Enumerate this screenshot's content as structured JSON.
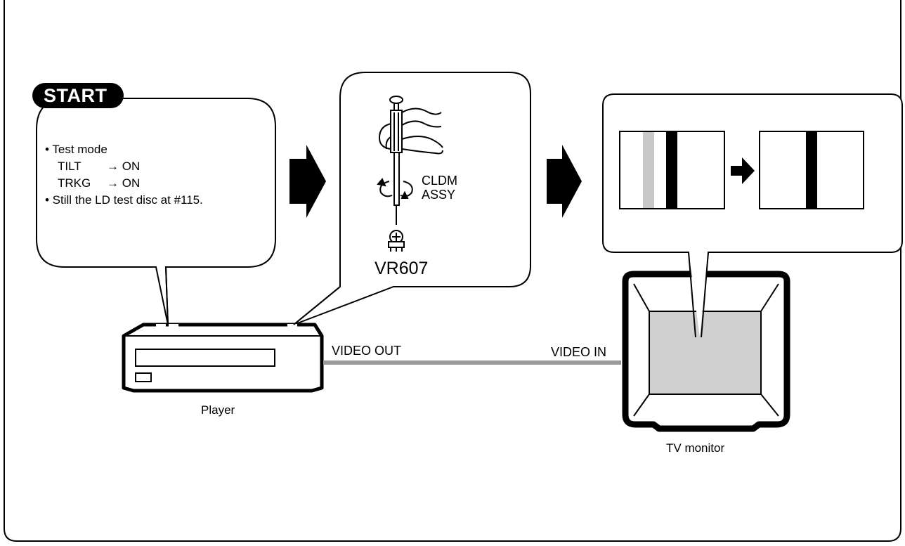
{
  "start_badge": "START",
  "instructions": {
    "bullet1": "• Test mode",
    "tilt": "TILT",
    "tilt_value": "→ ON",
    "trkg": "TRKG",
    "trkg_value": "→ ON",
    "bullet2": "• Still the LD test disc at #115."
  },
  "adjustment": {
    "part_label_line1": "CLDM",
    "part_label_line2": "ASSY",
    "control_label": "VR607"
  },
  "connection": {
    "output_label": "VIDEO OUT",
    "input_label": "VIDEO IN"
  },
  "devices": {
    "player_label": "Player",
    "monitor_label": "TV monitor"
  },
  "screen_result": {
    "before_bar_colors": [
      "#c8c8c8",
      "#000000"
    ],
    "after_bar_color": "#000000"
  },
  "colors": {
    "line": "#000000",
    "cable": "#9a9a9a",
    "screen_fill": "#d0d0d0",
    "badge_fill": "#000000"
  },
  "icons": [
    "arrow-right-icon",
    "screwdriver-hand-icon",
    "rotate-icon",
    "potentiometer-icon",
    "player-icon",
    "tv-monitor-icon"
  ]
}
